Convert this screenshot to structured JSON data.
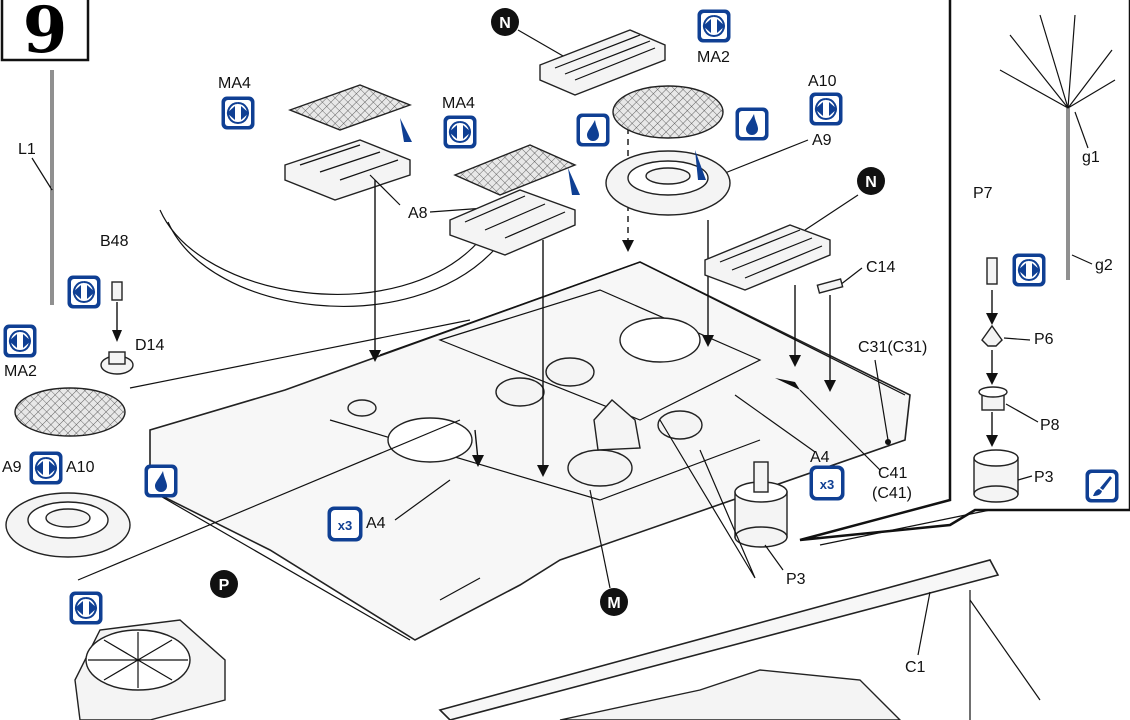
{
  "step_number": "9",
  "part_labels": {
    "l1": "L1",
    "b48": "B48",
    "d14": "D14",
    "ma2_left": "MA2",
    "a9_left": "A9",
    "a10_left": "A10",
    "ma4_left": "MA4",
    "ma4_mid": "MA4",
    "a8": "A8",
    "a4_left": "A4",
    "ma2_top": "MA2",
    "a10_top": "A10",
    "a9_top": "A9",
    "c14": "C14",
    "c31": "C31(C31)",
    "a4_right": "A4",
    "c41": "C41",
    "c41_paren": "(C41)",
    "p3_mid": "P3",
    "c1": "C1",
    "g1": "g1",
    "g2": "g2",
    "p7": "P7",
    "p6": "P6",
    "p8": "P8",
    "p3_inset": "P3"
  },
  "subassembly_markers": {
    "n_top": "N",
    "n_right": "N",
    "m": "M",
    "p": "P"
  },
  "symbols": {
    "x3": "x3",
    "x3_right": "x3"
  },
  "icon_semantics": [
    "rotate-icon",
    "glue-icon",
    "paint-icon",
    "x3-icon"
  ],
  "colors": {
    "badge_blue": "#0f3f93",
    "line": "#111111"
  }
}
